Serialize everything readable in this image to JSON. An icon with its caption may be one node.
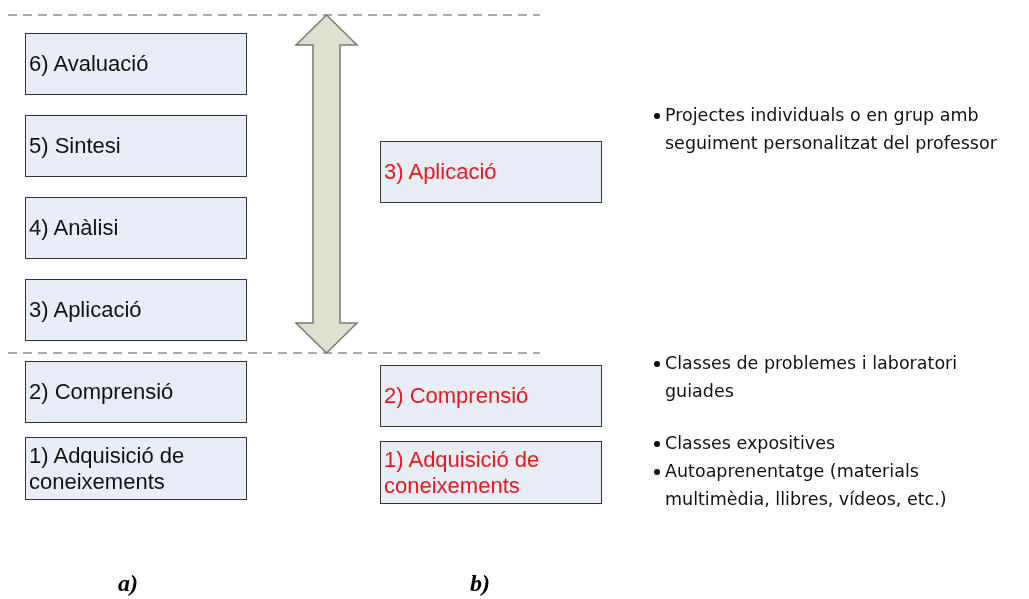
{
  "diagram": {
    "nodes": [
      {
        "text": [
          "6) Avaluació"
        ]
      },
      {
        "text": [
          "5) Sintesi"
        ]
      },
      {
        "text": [
          "4) Anàlisi"
        ]
      },
      {
        "text": [
          "3) Aplicació"
        ]
      },
      {
        "text": [
          "2) Comprensió"
        ]
      },
      {
        "text": [
          "1) Adquisició de coneixements"
        ]
      },
      {
        "text": [
          "3) Aplicació"
        ]
      },
      {
        "text": [
          "2) Comprensió"
        ]
      },
      {
        "text": [
          "1) Adquisició de coneixements"
        ]
      }
    ],
    "edges": [],
    "labels": [
      "Projectes individuals o en grup amb seguiment personalitzat del professor",
      "Classes de problemes i laboratori guiades",
      "Classes expositives",
      "Autoaprenentatge (materials multimèdia, llibres, vídeos, etc.)",
      "a)",
      "b)"
    ]
  }
}
